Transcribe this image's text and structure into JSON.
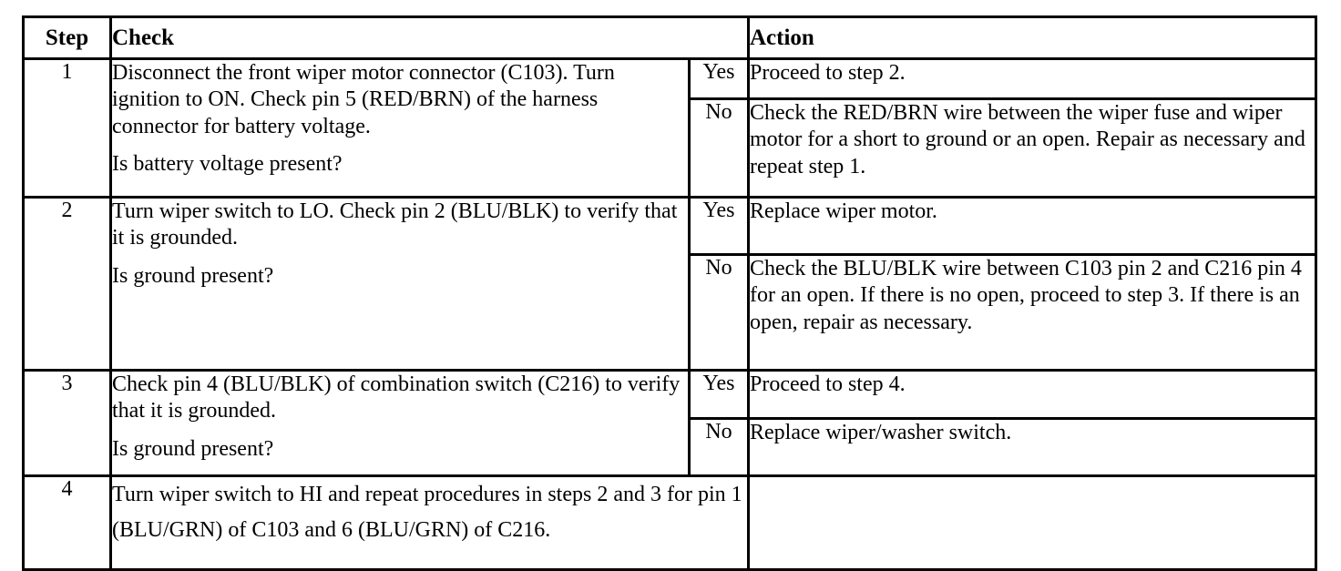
{
  "table": {
    "headers": {
      "step": "Step",
      "check": "Check",
      "action": "Action"
    },
    "answers": {
      "yes": "Yes",
      "no": "No"
    },
    "rows": [
      {
        "step": "1",
        "check_lines": [
          "Disconnect the front wiper motor connector (C103). Turn ignition to ON. Check pin 5 (RED/BRN) of the harness connector for battery voltage.",
          "Is battery voltage present?"
        ],
        "yes_action": "Proceed to step 2.",
        "no_action": "Check the RED/BRN wire between the wiper fuse and wiper motor for a short to ground or an open. Repair as necessary and repeat step 1."
      },
      {
        "step": "2",
        "check_lines": [
          "Turn wiper switch to LO. Check pin 2 (BLU/BLK) to verify that it is grounded.",
          "Is ground present?"
        ],
        "yes_action": "Replace wiper motor.",
        "no_action": "Check the BLU/BLK wire between C103 pin 2 and C216 pin 4 for an open.  If there is no open, proceed to step 3. If there is an open, repair as necessary."
      },
      {
        "step": "3",
        "check_lines": [
          "Check pin 4 (BLU/BLK) of combination switch (C216) to verify that it is grounded.",
          "Is ground present?"
        ],
        "yes_action": "Proceed to step 4.",
        "no_action": "Replace wiper/washer switch."
      },
      {
        "step": "4",
        "check_lines": [
          "Turn wiper switch to HI and repeat procedures in steps 2 and 3 for pin 1 (BLU/GRN) of C103 and 6 (BLU/GRN) of C216."
        ],
        "action": ""
      }
    ]
  }
}
